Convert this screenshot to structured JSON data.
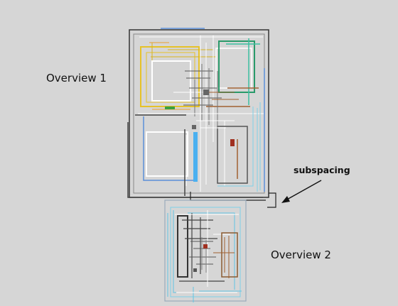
{
  "labels": {
    "overview_1": "Overview 1",
    "subspacing": "subspacing",
    "overview_2": "Overview 2"
  },
  "colors": {
    "background": "#d6d6d6",
    "label_text": "#111111",
    "trace_palette": [
      "#e6c229",
      "#33a0e0",
      "#7fd0e8",
      "#2a9a6a",
      "#a06030",
      "#444444",
      "#ffffff",
      "#b0b0b0"
    ]
  }
}
